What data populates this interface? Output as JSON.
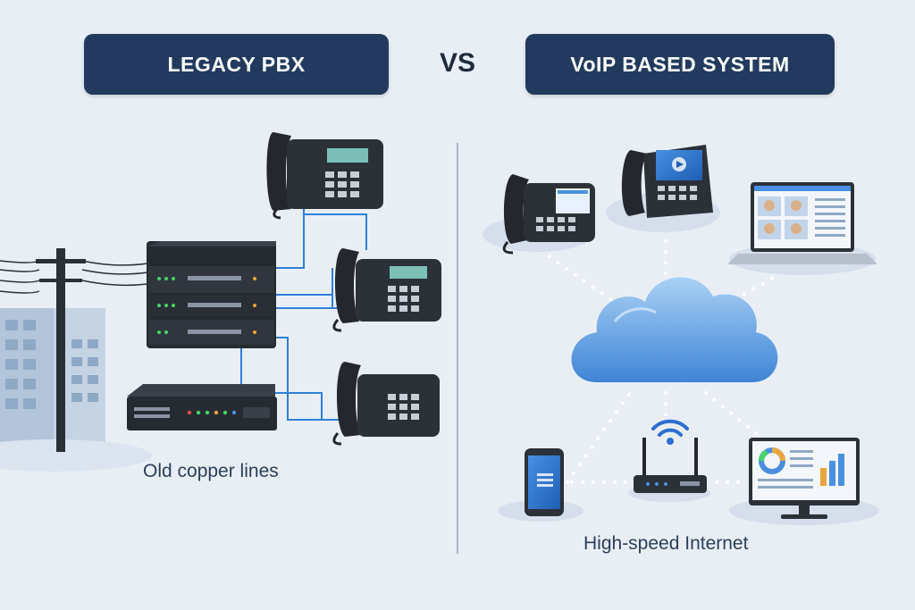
{
  "left_panel": {
    "title": "LEGACY PBX",
    "caption": "Old copper lines"
  },
  "vs_label": "VS",
  "right_panel": {
    "title": "VoIP BASED SYSTEM",
    "caption": "High-speed Internet"
  },
  "colors": {
    "background": "#e9eef5",
    "header": "#233a5e",
    "wire": "#2f7fd8",
    "cloud": "#5a9be0",
    "dots": "#ffffff"
  },
  "icons": {
    "left": [
      "utility-pole-icon",
      "office-building-icon",
      "server-rack-icon",
      "pbx-unit-icon",
      "desk-phone-icon"
    ],
    "right": [
      "ip-phone-icon",
      "video-phone-icon",
      "laptop-video-call-icon",
      "cloud-icon",
      "smartphone-icon",
      "wifi-router-icon",
      "monitor-dashboard-icon"
    ]
  }
}
